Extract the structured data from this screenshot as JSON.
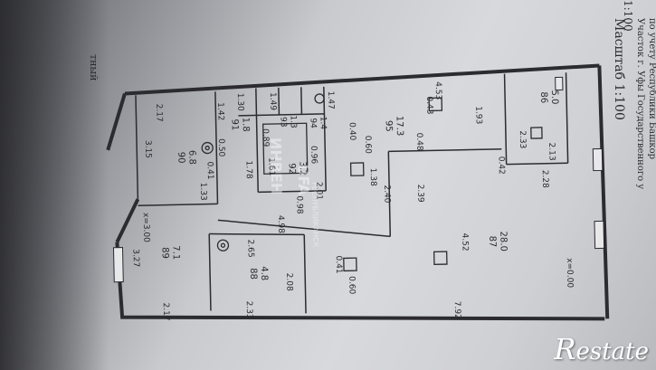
{
  "rooms": [
    {
      "id": "89",
      "area": "7.1"
    },
    {
      "id": "90",
      "area": "6.8"
    },
    {
      "id": "91",
      "area": "1.8"
    },
    {
      "id": "92",
      "area": "3.2"
    },
    {
      "id": "93",
      "area": "1.3"
    },
    {
      "id": "94",
      "area": "1.4"
    },
    {
      "id": "95",
      "area": "17.3"
    },
    {
      "id": "86",
      "area": "5.0"
    },
    {
      "id": "87",
      "area": "28.0"
    },
    {
      "id": "88",
      "area": "4.8"
    }
  ],
  "dimensions": {
    "d_2_17_top": "2.17",
    "d_3_15": "3.15",
    "d_1_42": "1.42",
    "d_1_30": "1.30",
    "d_1_49": "1.49",
    "d_1_47": "1.47",
    "d_4_53": "4.53",
    "d_1_93": "1.93",
    "d_2_33_right": "2.33",
    "d_2_13": "2.13",
    "d_2_28": "2.28",
    "d_0_42": "0.42",
    "d_0_43": "0.43",
    "d_0_48": "0.48",
    "d_0_40": "0.40",
    "d_0_60_top": "0.60",
    "d_0_89": "0.89",
    "d_0_96": "0.96",
    "d_0_50": "0.50",
    "d_0_41_top": "0.41",
    "d_1_78": "1.78",
    "d_1_61": "1.61",
    "d_2_01": "2.01",
    "d_1_38": "1.38",
    "d_2_40": "2.40",
    "d_2_39": "2.39",
    "d_1_33": "1.33",
    "d_0_98": "0.98",
    "d_4_98": "4.98",
    "d_2_65": "2.65",
    "d_4_52": "4.52",
    "d_x_3_00": "x=3.00",
    "d_3_27": "3.27",
    "d_0_41_bottom": "0.41",
    "d_0_60_bottom": "0.60",
    "d_2_08": "2.08",
    "d_2_17_bottom": "2.17",
    "d_2_33_bottom": "2.33",
    "d_7_92": "7.92",
    "d_x_0_00": "x=0.00"
  },
  "stamp": {
    "line1": "ИНВЕН",
    "line2": "UFA",
    "line3": "РЕСПУБЛИКАНСК"
  },
  "side": {
    "scale": "Масштаб 1:100",
    "note1": "Участок г. Уфы Государственного у",
    "note2": "по учету Республики Башкор",
    "left_fragment": "тный",
    "corner": "1:100"
  },
  "watermark": {
    "first": "R",
    "rest": "estate"
  }
}
